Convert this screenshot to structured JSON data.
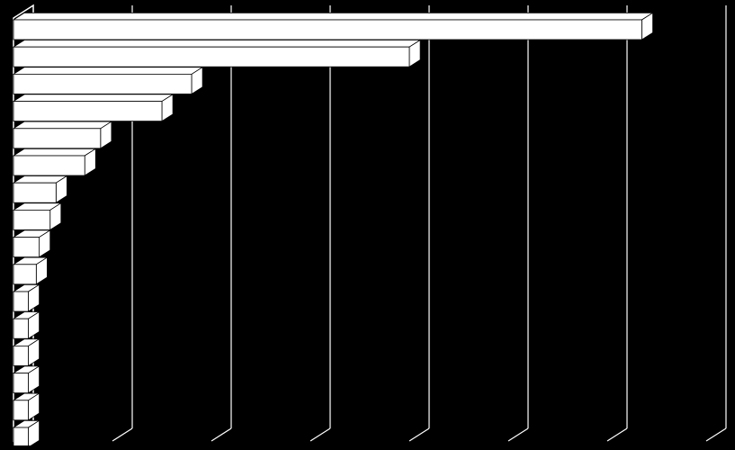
{
  "chart_data": {
    "type": "bar",
    "orientation": "horizontal",
    "style": "3d",
    "title": "",
    "xlabel": "",
    "ylabel": "",
    "grid": true,
    "xlim": [
      0,
      7
    ],
    "categories": [
      "",
      "",
      "",
      "",
      "",
      "",
      "",
      "",
      "",
      "",
      "",
      "",
      "",
      "",
      "",
      ""
    ],
    "values": [
      6.35,
      4.0,
      1.8,
      1.5,
      0.88,
      0.72,
      0.43,
      0.37,
      0.26,
      0.23,
      0.15,
      0.15,
      0.15,
      0.15,
      0.15,
      0.15
    ],
    "colors": {
      "background": "#000000",
      "bar_face": "#ffffff",
      "bar_outline": "#000000",
      "grid": "#ffffff"
    }
  }
}
